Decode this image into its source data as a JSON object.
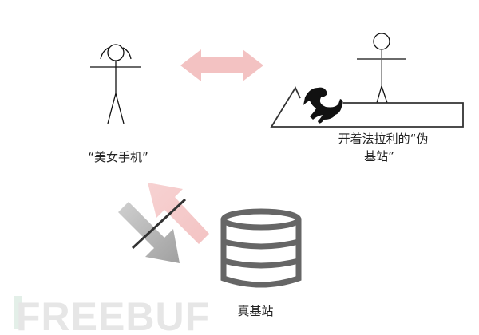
{
  "labels": {
    "phone": "“美女手机”",
    "fake_bs_line1": "开着法拉利的“伪",
    "fake_bs_line2": "基站”",
    "real_bs": "真基站"
  },
  "watermark": "FREEBUF",
  "colors": {
    "pink_arrow": "#f2b8b8",
    "gray_arrow": "#a8a8a8",
    "database": "#666666",
    "line": "#333333"
  }
}
